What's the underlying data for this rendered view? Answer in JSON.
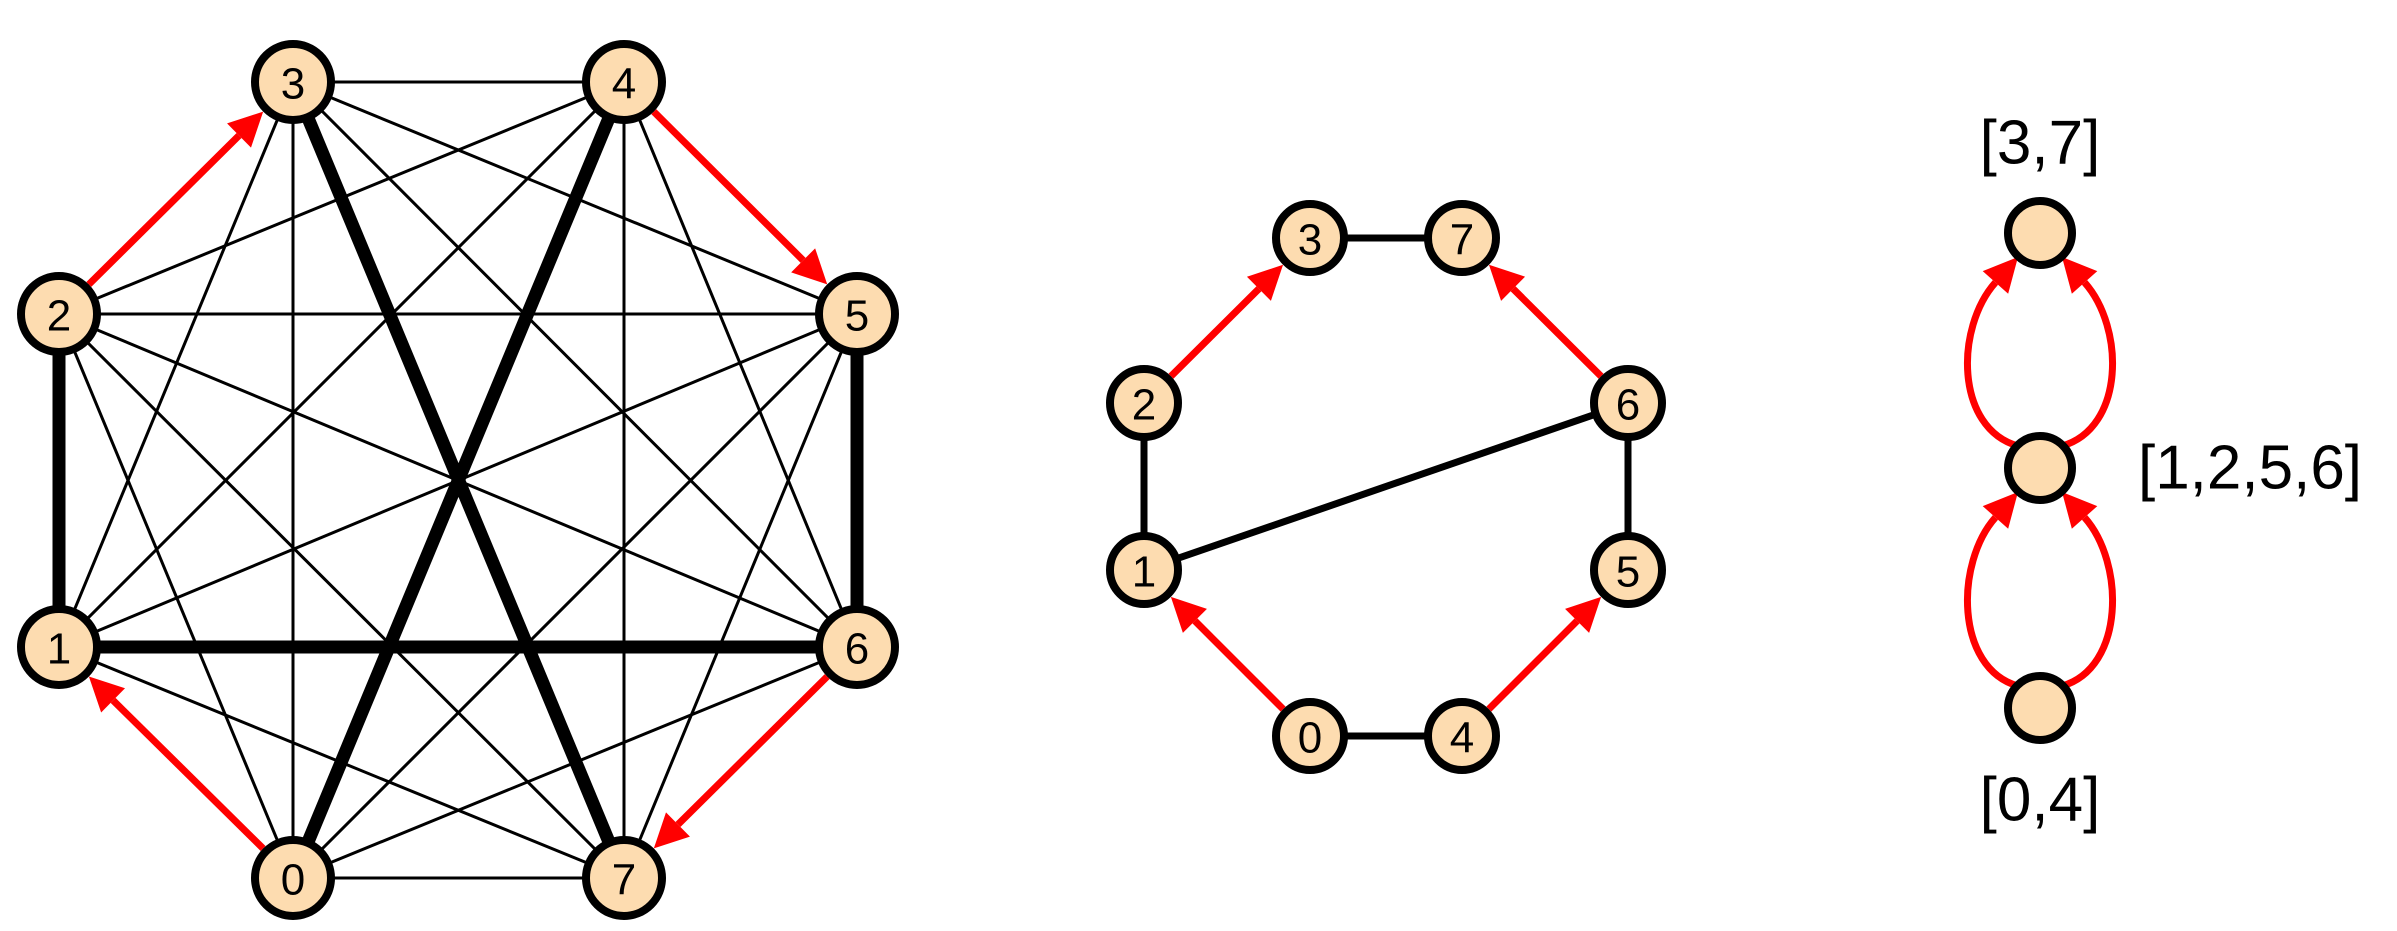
{
  "colors": {
    "node_fill": "#fddcb0",
    "node_stroke": "#000000",
    "arrow": "#ff0000",
    "edge": "#000000"
  },
  "graph1": {
    "nodes": [
      {
        "id": "0",
        "label": "0"
      },
      {
        "id": "1",
        "label": "1"
      },
      {
        "id": "2",
        "label": "2"
      },
      {
        "id": "3",
        "label": "3"
      },
      {
        "id": "4",
        "label": "4"
      },
      {
        "id": "5",
        "label": "5"
      },
      {
        "id": "6",
        "label": "6"
      },
      {
        "id": "7",
        "label": "7"
      }
    ],
    "thick_edges": [
      [
        "1",
        "2"
      ],
      [
        "5",
        "6"
      ],
      [
        "1",
        "6"
      ],
      [
        "3",
        "7"
      ],
      [
        "0",
        "4"
      ]
    ],
    "arrows": [
      [
        "2",
        "3"
      ],
      [
        "4",
        "5"
      ],
      [
        "0",
        "1"
      ],
      [
        "6",
        "7"
      ]
    ],
    "note": "complete graph on 8 nodes; remaining pairs are thin edges"
  },
  "graph2": {
    "nodes": [
      {
        "id": "0",
        "label": "0"
      },
      {
        "id": "1",
        "label": "1"
      },
      {
        "id": "2",
        "label": "2"
      },
      {
        "id": "3",
        "label": "3"
      },
      {
        "id": "4",
        "label": "4"
      },
      {
        "id": "5",
        "label": "5"
      },
      {
        "id": "6",
        "label": "6"
      },
      {
        "id": "7",
        "label": "7"
      }
    ],
    "edges": [
      [
        "3",
        "7"
      ],
      [
        "1",
        "2"
      ],
      [
        "5",
        "6"
      ],
      [
        "1",
        "6"
      ],
      [
        "0",
        "4"
      ]
    ],
    "arrows": [
      [
        "2",
        "3"
      ],
      [
        "6",
        "7"
      ],
      [
        "0",
        "1"
      ],
      [
        "4",
        "5"
      ]
    ]
  },
  "graph3": {
    "nodes": [
      {
        "id": "top",
        "label": "[3,7]"
      },
      {
        "id": "mid",
        "label": "[1,2,5,6]"
      },
      {
        "id": "bot",
        "label": "[0,4]"
      }
    ],
    "arrows": [
      [
        "mid",
        "top"
      ],
      [
        "mid",
        "top"
      ],
      [
        "bot",
        "mid"
      ],
      [
        "bot",
        "mid"
      ]
    ]
  }
}
